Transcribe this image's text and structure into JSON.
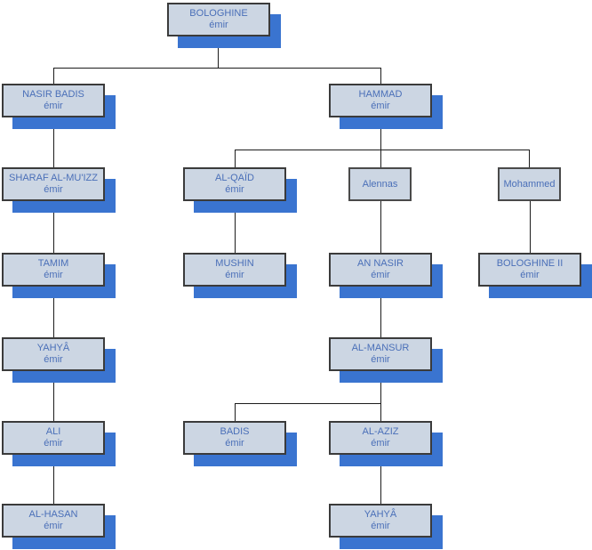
{
  "diagram": {
    "type": "family-tree",
    "description": "Genealogical chart of emirs descending from Bologhine"
  },
  "colors": {
    "box_fill": "#ccd6e3",
    "box_border": "#3b3b3b",
    "shadow": "#3a74d0",
    "text": "#4a6fb8",
    "line": "#1c1c1c"
  },
  "nodes": [
    {
      "id": "bologhine",
      "name": "BOLOGHINE",
      "subtitle": "émir"
    },
    {
      "id": "nasir-badis",
      "name": "NASIR BADIS",
      "subtitle": "émir"
    },
    {
      "id": "hammad",
      "name": "HAMMAD",
      "subtitle": "émir"
    },
    {
      "id": "sharaf",
      "name": "SHARAF AL-MU'IZZ",
      "subtitle": "émir"
    },
    {
      "id": "al-qaid",
      "name": "AL-QAÏD",
      "subtitle": "émir"
    },
    {
      "id": "alennas",
      "name": "Alennas",
      "subtitle": ""
    },
    {
      "id": "mohammed",
      "name": "Mohammed",
      "subtitle": ""
    },
    {
      "id": "tamim",
      "name": "TAMIM",
      "subtitle": "émir"
    },
    {
      "id": "mushin",
      "name": "MUSHIN",
      "subtitle": "émir"
    },
    {
      "id": "an-nasir",
      "name": "AN NASIR",
      "subtitle": "émir"
    },
    {
      "id": "bologhine-ii",
      "name": "BOLOGHINE II",
      "subtitle": "émir"
    },
    {
      "id": "yahya",
      "name": "YAHYÂ",
      "subtitle": "émir"
    },
    {
      "id": "al-mansur",
      "name": "AL-MANSUR",
      "subtitle": "émir"
    },
    {
      "id": "ali",
      "name": "ALI",
      "subtitle": "émir"
    },
    {
      "id": "badis",
      "name": "BADIS",
      "subtitle": "émir"
    },
    {
      "id": "al-aziz",
      "name": "AL-AZIZ",
      "subtitle": "émir"
    },
    {
      "id": "al-hasan",
      "name": "AL-HASAN",
      "subtitle": "émir"
    },
    {
      "id": "yahya-ii",
      "name": "YAHYÂ",
      "subtitle": "émir"
    }
  ],
  "tree": {
    "bologhine": [
      "nasir-badis",
      "hammad"
    ],
    "nasir-badis": [
      "sharaf"
    ],
    "sharaf": [
      "tamim"
    ],
    "tamim": [
      "yahya"
    ],
    "yahya": [
      "ali"
    ],
    "ali": [
      "al-hasan"
    ],
    "hammad": [
      "al-qaid",
      "alennas",
      "mohammed"
    ],
    "al-qaid": [
      "mushin"
    ],
    "alennas": [
      "an-nasir"
    ],
    "mohammed": [
      "bologhine-ii"
    ],
    "an-nasir": [
      "al-mansur"
    ],
    "al-mansur": [
      "badis",
      "al-aziz"
    ],
    "al-aziz": [
      "yahya-ii"
    ]
  }
}
